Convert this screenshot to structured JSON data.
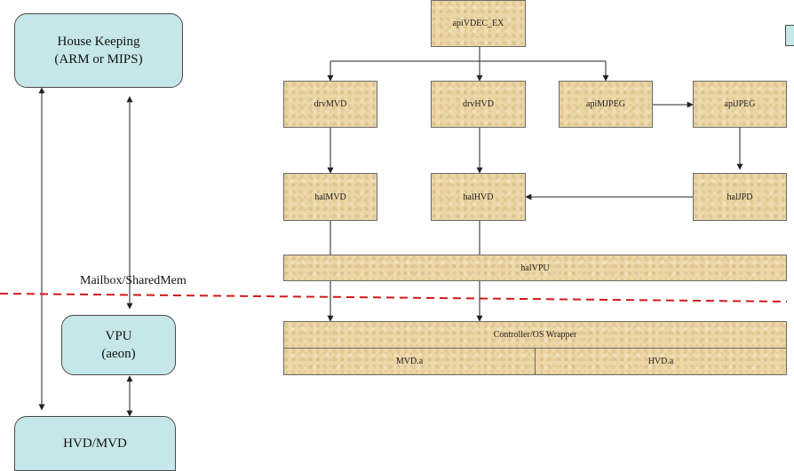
{
  "left_panel": {
    "housekeeping": {
      "line1": "House Keeping",
      "line2": "(ARM or MIPS)"
    },
    "vpu": {
      "line1": "VPU",
      "line2": "(aeon)"
    },
    "hvd_mvd": {
      "label": "HVD/MVD"
    },
    "boundary_label": "Mailbox/SharedMem"
  },
  "right_panel": {
    "api_vdec_ex": "apiVDEC_EX",
    "drv_mvd": "drvMVD",
    "drv_hvd": "drvHVD",
    "api_mjpeg": "apiMJPEG",
    "api_jpeg": "apiJPEG",
    "hal_mvd": "halMVD",
    "hal_hvd": "halHVD",
    "hal_jpd": "halJPD",
    "hal_vpu": "halVPU",
    "controller_os_wrapper": "Controller/OS Wrapper",
    "mvd_a": "MVD.a",
    "hvd_a": "HVD.a"
  },
  "colors": {
    "boundary": "#d11a1a",
    "node_fill": "#ecd7a6",
    "left_fill": "#c6e7ea"
  }
}
